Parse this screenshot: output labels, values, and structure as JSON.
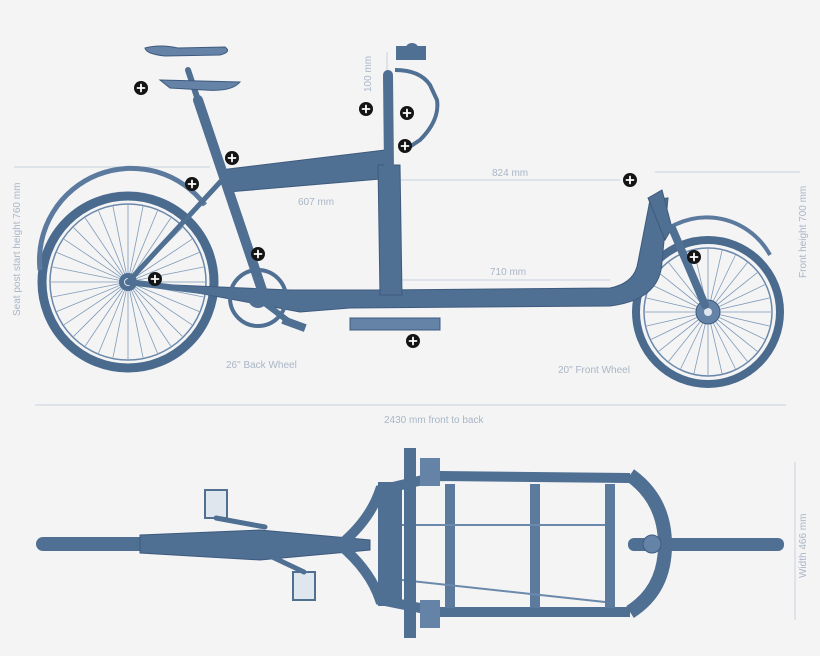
{
  "dimensions": {
    "stem_height": "100 mm",
    "cargo_length": "824 mm",
    "frame_length": "607 mm",
    "platform_length": "710 mm",
    "seat_post_height": "Seat post start height 760 mm",
    "front_height": "Front height 700 mm",
    "back_wheel": "26\" Back Wheel",
    "front_wheel": "20\" Front Wheel",
    "overall_length": "2430 mm front to back",
    "width": "Width 466 mm"
  },
  "colors": {
    "frame": "#4f6f93",
    "dimension_text": "#a9b6c6",
    "background": "#f4f4f5",
    "marker": "#141414"
  },
  "markers": [
    "plus-marker-icon"
  ]
}
